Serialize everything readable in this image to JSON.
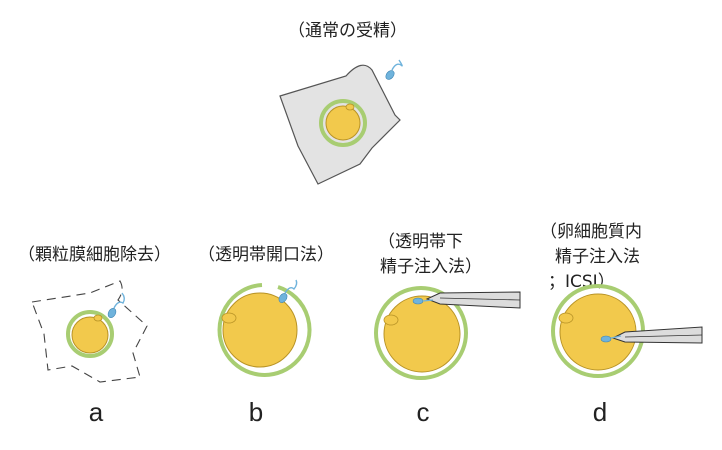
{
  "colors": {
    "cumulus": "#e3e3e3",
    "cumulus_stroke": "#555555",
    "zona": "#a8cd72",
    "oocyte": "#f2c94c",
    "oocyte_stroke": "#b89326",
    "polar_body": "#f2c94c",
    "sperm": "#6fb3dc",
    "pipette_fill": "#dcdcdc",
    "pipette_stroke": "#333333"
  },
  "labels": {
    "normal": "（通常の受精）",
    "a": "（顆粒膜細胞除去）",
    "b": "（透明帯開口法）",
    "c_line1": "（透明帯下",
    "c_line2": "精子注入法）",
    "d_line1": "（卵細胞質内",
    "d_line2": "精子注入法",
    "d_line3": "；ICSI）"
  },
  "letters": {
    "a": "a",
    "b": "b",
    "c": "c",
    "d": "d"
  }
}
